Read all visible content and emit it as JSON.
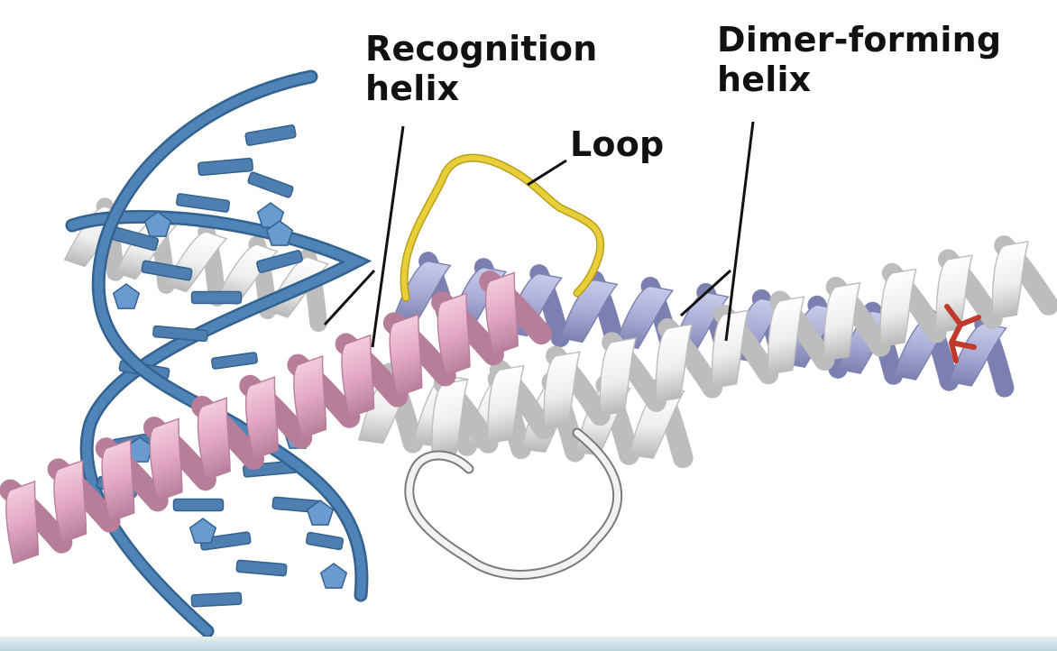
{
  "labels": {
    "recognition_line1": "Recognition",
    "recognition_line2": "helix",
    "dimer_line1": "Dimer-forming",
    "dimer_line2": "helix",
    "loop": "Loop"
  },
  "colors": {
    "dna_backbone": "#4f84b8",
    "dna_backbone_dark": "#34628f",
    "dna_base": "#4f7fb0",
    "recognition_helix": "#e2a6c3",
    "recognition_helix_dark": "#b77e9a",
    "dimer_helix_white": "#f4f4f4",
    "dimer_helix_white_dark": "#bdbdbd",
    "dimer_helix_lavender": "#a9acd6",
    "dimer_helix_lavender_dark": "#7c80b0",
    "loop": "#e8cf3a",
    "loop_dark": "#b89f1a",
    "residue_red": "#c0392b",
    "leader_line": "#111111"
  }
}
